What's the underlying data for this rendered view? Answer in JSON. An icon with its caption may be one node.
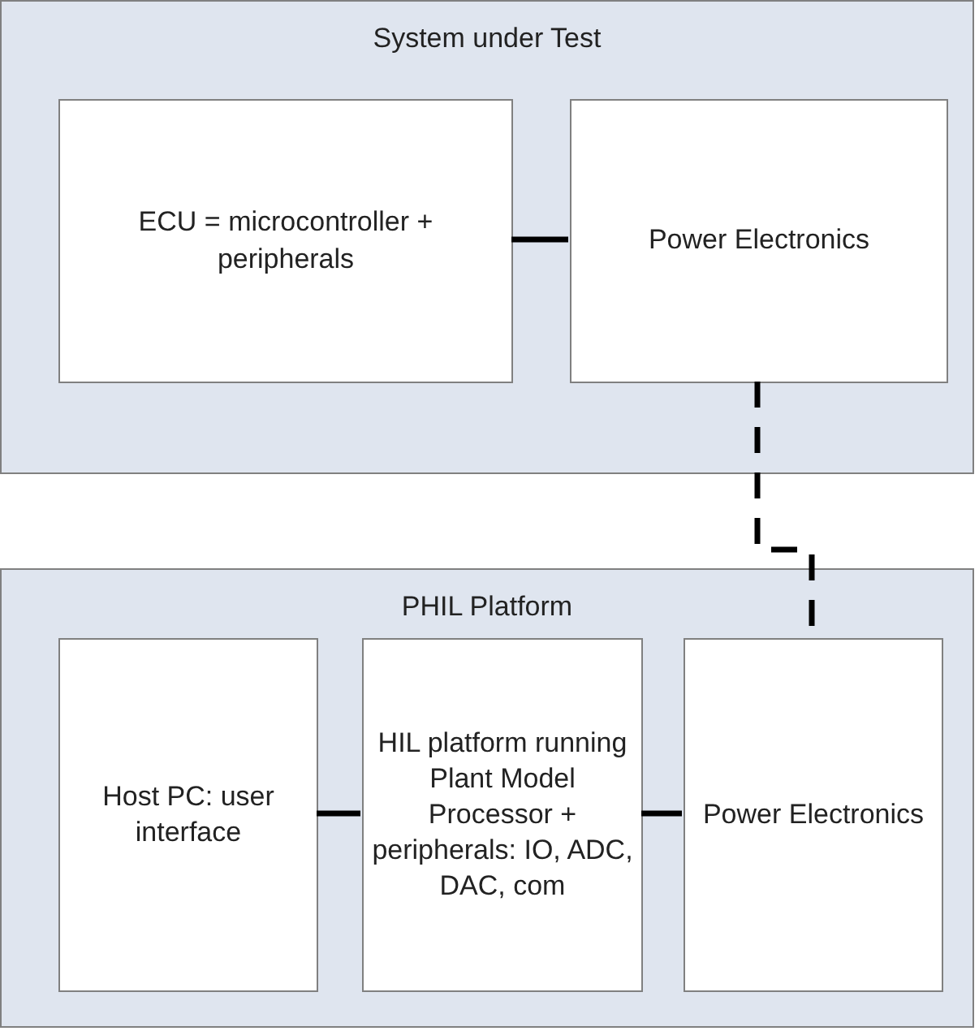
{
  "diagram": {
    "nodes": [
      {
        "text": [
          "System under Test"
        ]
      },
      {
        "text": [
          "ECU = microcontroller + peripherals"
        ],
        "in": 0
      },
      {
        "text": [
          "Power Electronics"
        ],
        "in": 0
      },
      {
        "text": [
          "PHIL Platform"
        ]
      },
      {
        "text": [
          "Host PC: user interface"
        ],
        "in": 3
      },
      {
        "text": [
          "HIL platform running Plant Model Processor + peripherals: IO, ADC, DAC, com"
        ],
        "in": 3
      },
      {
        "text": [
          "Power Electronics"
        ],
        "in": 3
      }
    ],
    "edges": [
      {
        "from": 1,
        "to": 2,
        "arrow": "none"
      },
      {
        "from": 2,
        "to": 6,
        "arrow": "none",
        "style": "dashed"
      },
      {
        "from": 4,
        "to": 5,
        "arrow": "none"
      },
      {
        "from": 5,
        "to": 6,
        "arrow": "none"
      }
    ]
  }
}
